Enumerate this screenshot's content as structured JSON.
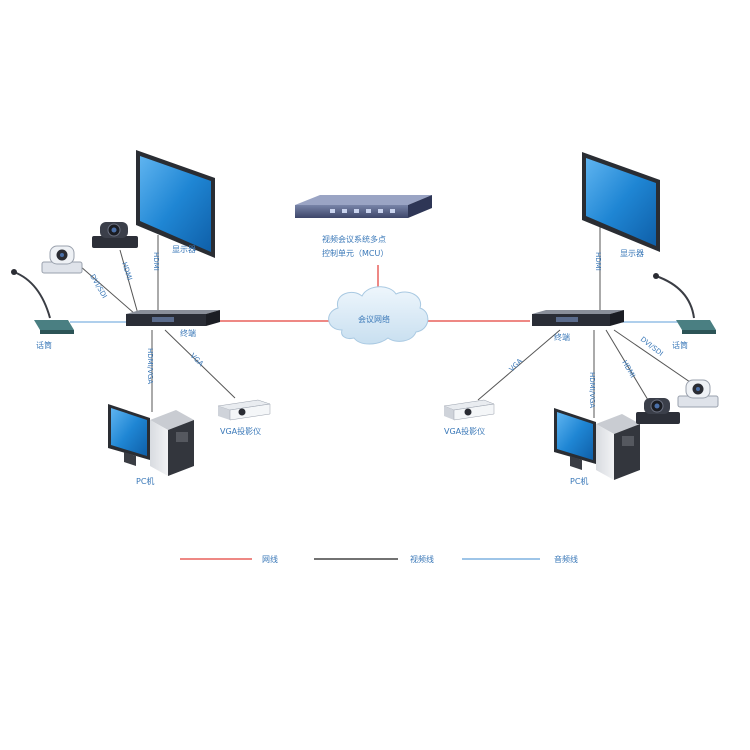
{
  "mcu": {
    "line1": "视频会议系统多点",
    "line2": "控制单元（MCU）"
  },
  "network": {
    "label": "会议网络"
  },
  "left": {
    "display": "显示器",
    "terminal": "终端",
    "mic": "话筒",
    "pc": "PC机",
    "projector": "VGA投影仪",
    "cable_dvi": "DVI/SDI",
    "cable_hdmi_cam": "HDMI",
    "cable_hdmi_display": "HDMI",
    "cable_hdmi_vga": "HDMI/VGA",
    "cable_vga": "VGA"
  },
  "right": {
    "display": "显示器",
    "terminal": "终端",
    "mic": "话筒",
    "pc": "PC机",
    "projector": "VGA投影仪",
    "cable_dvi": "DVI/SDI",
    "cable_hdmi_cam": "HDMI",
    "cable_hdmi_display": "HDMI",
    "cable_hdmi_vga": "HDMI/VGA",
    "cable_vga": "VGA"
  },
  "legend": {
    "items": [
      {
        "label": "网线",
        "color": "#e8605c"
      },
      {
        "label": "视频线",
        "color": "#444444"
      },
      {
        "label": "音频线",
        "color": "#7fb2e0"
      }
    ]
  }
}
